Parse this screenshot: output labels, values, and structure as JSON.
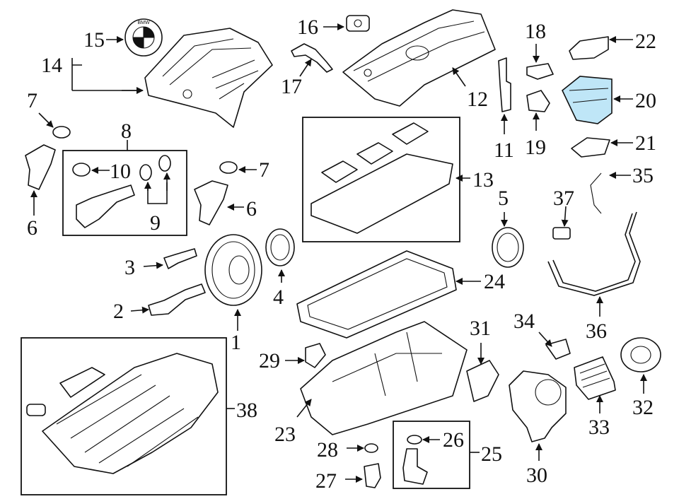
{
  "labels": {
    "p1": "1",
    "p2": "2",
    "p3": "3",
    "p4": "4",
    "p5": "5",
    "p6a": "6",
    "p6b": "6",
    "p7a": "7",
    "p7b": "7",
    "p8": "8",
    "p9": "9",
    "p10": "10",
    "p11": "11",
    "p12": "12",
    "p13": "13",
    "p14": "14",
    "p15": "15",
    "p16": "16",
    "p17": "17",
    "p18": "18",
    "p19": "19",
    "p20": "20",
    "p21": "21",
    "p22": "22",
    "p23": "23",
    "p24": "24",
    "p25": "25",
    "p26": "26",
    "p27": "27",
    "p28": "28",
    "p29": "29",
    "p30": "30",
    "p31": "31",
    "p32": "32",
    "p33": "33",
    "p34": "34",
    "p35": "35",
    "p36": "36",
    "p37": "37",
    "p38": "38"
  },
  "badge": "BMW",
  "colors": {
    "line": "#111111",
    "highlight": "#bfe6f7",
    "background": "#ffffff"
  }
}
